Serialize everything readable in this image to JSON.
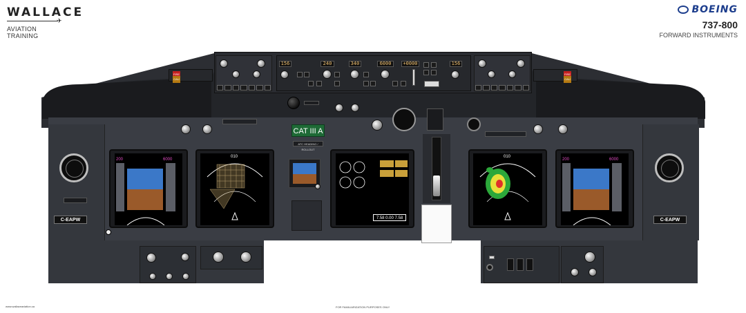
{
  "header": {
    "brand_name": "WALLACE",
    "brand_sub": "AVIATION TRAINING",
    "manufacturer": "BOEING",
    "model": "737-800",
    "model_sub": "FORWARD INSTRUMENTS"
  },
  "mcp": {
    "course_left": "156",
    "ias_mach": "240",
    "heading": "340",
    "altitude": "6000",
    "vert_speed": "+0000",
    "course_right": "156"
  },
  "center_panel": {
    "cat_label": "CAT III A",
    "cat_sub": "ATC HEADING / ROLLOUT"
  },
  "captain": {
    "registration": "C-EAPW",
    "speed_bug": "200",
    "altitude_tape": "6000"
  },
  "first_officer": {
    "registration": "C-EAPW",
    "speed_bug": "200",
    "altitude_tape": "6000"
  },
  "nd_left": {
    "heading_readout": "010",
    "mode": "MAP"
  },
  "nd_right": {
    "heading_readout": "010",
    "mode": "MAP"
  },
  "upper_eicas": {
    "fuel_readout": "7.58   0.00   7.58"
  },
  "footer": {
    "left": "www.wallaceaviation.ca",
    "center": "FOR FAMILIARIZATION PURPOSES ONLY"
  }
}
